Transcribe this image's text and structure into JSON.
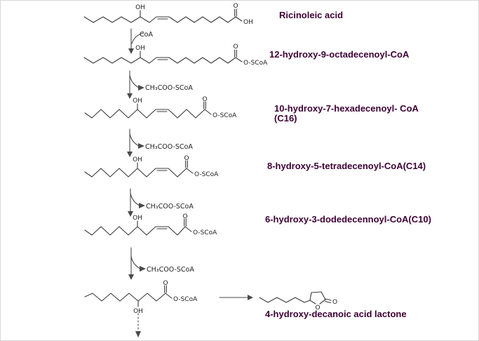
{
  "diagram": {
    "compounds": [
      {
        "label": "Ricinoleic acid"
      },
      {
        "label": "12-hydroxy-9-octadecenoyl-CoA"
      },
      {
        "label": "10-hydroxy-7-hexadecenoyl- CoA",
        "label2": "(C16)"
      },
      {
        "label": "8-hydroxy-5-tetradecenoyl-CoA(C14)"
      },
      {
        "label": "6-hydroxy-3-dodedecennoyl-CoA(C10)"
      },
      {
        "label": "4-hydroxy-decanoic acid lactone"
      }
    ],
    "reagents": {
      "coa": "CoA",
      "acetyl_coa": "CH₃COO-SCoA"
    },
    "atoms": {
      "oh": "OH",
      "o": "O",
      "o_scoa": "O-SCoA"
    },
    "colors": {
      "label_text": "#3D0035",
      "structure": "#3A3A3A",
      "background": "#FFFFFF"
    }
  }
}
